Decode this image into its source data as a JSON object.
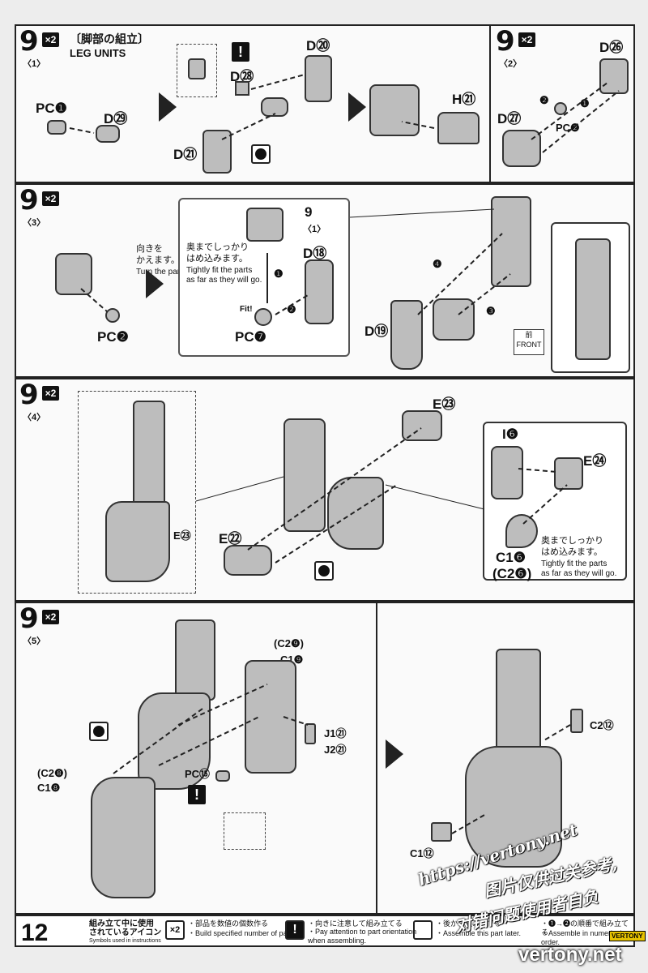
{
  "header": {
    "title_jp": "〔脚部の組立〕",
    "title_en": "LEG UNITS"
  },
  "steps": [
    {
      "num": "9",
      "sub": "〈1〉",
      "qty": "×2"
    },
    {
      "num": "9",
      "sub": "〈2〉",
      "qty": "×2"
    },
    {
      "num": "9",
      "sub": "〈3〉",
      "qty": "×2"
    },
    {
      "num": "9",
      "sub": "〈4〉",
      "qty": "×2"
    },
    {
      "num": "9",
      "sub": "〈5〉",
      "qty": "×2"
    }
  ],
  "step1": {
    "labels": [
      "PC❶",
      "D㉙",
      "D㉘",
      "D⑳",
      "D㉑",
      "H㉑"
    ]
  },
  "step2": {
    "labels": [
      "D㉖",
      "D㉗",
      "PC❷",
      "❶",
      "❷"
    ]
  },
  "step3": {
    "turn_jp": "向きを\nかえます。",
    "turn_en": "Turn the parts.",
    "fit_jp": "奥までしっかり\nはめ込みます。",
    "fit_en": "Tightly fit the parts\nas far as they will go.",
    "fit_tag": "Fit!",
    "labels": [
      "PC❷",
      "D⑱",
      "PC❼",
      "D⑲",
      "9",
      "〈1〉",
      "❶",
      "❷",
      "❸",
      "❹"
    ],
    "front_jp": "前",
    "front_en": "FRONT"
  },
  "step4": {
    "labels": [
      "E㉓",
      "E㉓",
      "E㉒",
      "I❻",
      "E㉔",
      "C1❻",
      "(C2❻)"
    ],
    "fit_jp": "奥までしっかり\nはめ込みます。",
    "fit_en": "Tightly fit the parts\nas far as they will go."
  },
  "step5": {
    "labels": [
      "(C2❾)",
      "C1❾",
      "J1㉑",
      "J2㉑",
      "(C2❽)",
      "C1❽",
      "PC⑮",
      "C2⑫",
      "C1⑫"
    ]
  },
  "footer": {
    "page": "12",
    "legend_title_jp": "組み立て中に使用\nされているアイコン",
    "legend_title_en": "Symbols used in instructions",
    "qty_icon": "×2",
    "qty_jp": "・部品を数値の個数作る",
    "qty_en": "・Build specified number of parts.",
    "warn_jp": "・向きに注意して組み立てる",
    "warn_en": "・Pay attention to part orientation\nwhen assembling.",
    "back_jp": "・後から組み立てる",
    "back_en": "・Assemble this part later.",
    "order_jp": "・❶→❷の順番で組み立てる",
    "order_en": "・Assemble in numerical order."
  },
  "watermark": {
    "url": "https://vertony.net",
    "line1": "图片仅供过关参考,",
    "line2": "对错问题使用者自负",
    "brand": "vertony.net",
    "brand_tag": "VERTONY"
  }
}
